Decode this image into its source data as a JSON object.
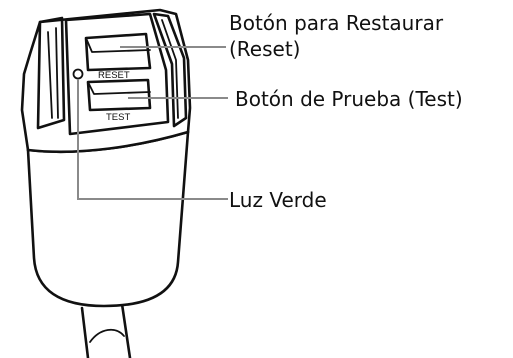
{
  "diagram": {
    "device": "gfci-plug",
    "buttons": {
      "reset_label": "RESET",
      "test_label": "TEST"
    },
    "indicator": "green-light-icon",
    "callouts": [
      {
        "id": "reset",
        "line1": "Botón para Restaurar",
        "line2": "(Reset)"
      },
      {
        "id": "test",
        "line1": "Botón de Prueba (Test)"
      },
      {
        "id": "light",
        "line1": "Luz Verde"
      }
    ],
    "colors": {
      "outline": "#111111",
      "leader": "#8a8a8a",
      "background": "#ffffff"
    }
  }
}
